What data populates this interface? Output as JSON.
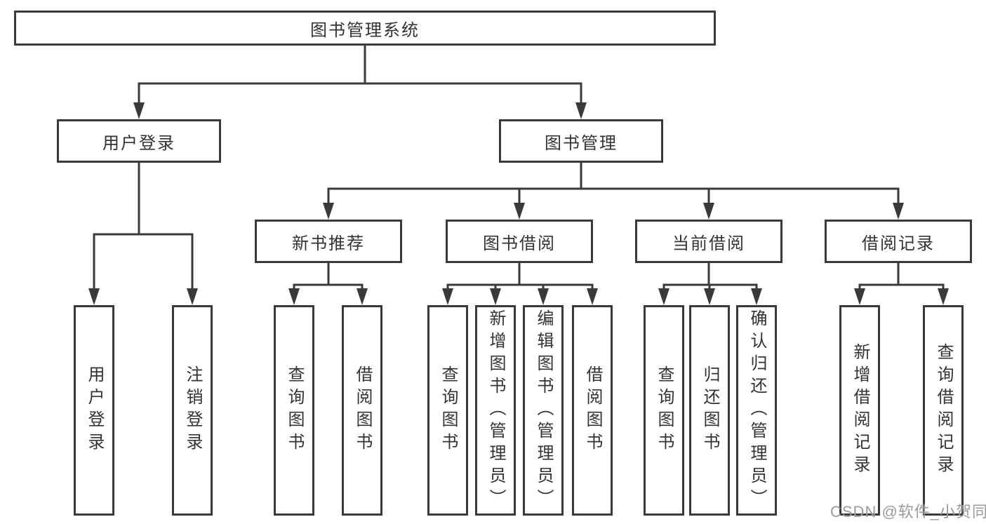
{
  "tree": {
    "root": "图书管理系统",
    "branches": [
      {
        "label": "用户登录",
        "children": [
          "用户登录",
          "注销登录"
        ]
      },
      {
        "label": "图书管理",
        "modules": [
          {
            "label": "新书推荐",
            "children": [
              "查询图书",
              "借阅图书"
            ]
          },
          {
            "label": "图书借阅",
            "children": [
              "查询图书",
              "新增图书（管理员）",
              "编辑图书（管理员）",
              "借阅图书"
            ]
          },
          {
            "label": "当前借阅",
            "children": [
              "查询图书",
              "归还图书",
              "确认归还（管理员）"
            ]
          },
          {
            "label": "借阅记录",
            "children": [
              "新增借阅记录",
              "查询借阅记录"
            ]
          }
        ]
      }
    ]
  },
  "watermark": {
    "text": "CSDN @软件_小贺同学"
  },
  "colors": {
    "line": "#3a3a3a",
    "text": "#333333",
    "bg": "#ffffff",
    "watermark": "#9b9b9b"
  }
}
